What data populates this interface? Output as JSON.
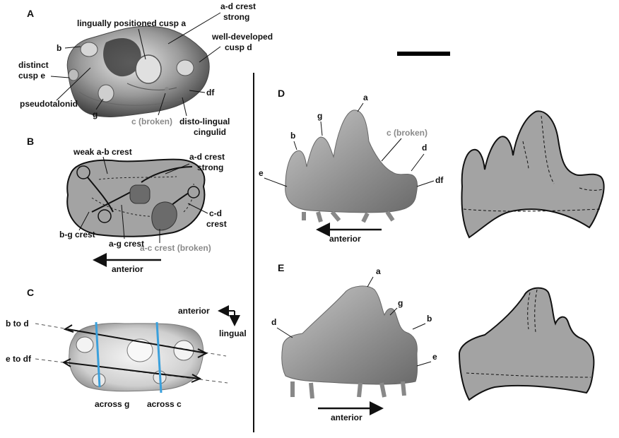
{
  "panels": {
    "A": {
      "letter": "A",
      "labels": {
        "b": "b",
        "lingual_cusp_a": "lingually positioned cusp a",
        "ad_crest_strong": "a-d crest strong",
        "well_developed_d": "well-developed cusp d",
        "distinct_e": "distinct cusp e",
        "pseudotalonid": "pseudotalonid",
        "g": "g",
        "c_broken": "c (broken)",
        "df": "df",
        "disto_lingual": "disto-lingual cingulid"
      }
    },
    "B": {
      "letter": "B",
      "labels": {
        "weak_ab": "weak a-b crest",
        "ad_strong": "a-d crest strong",
        "cd_crest": "c-d crest",
        "bg_crest": "b-g crest",
        "ag_crest": "a-g crest",
        "ac_broken": "a-c crest (broken)",
        "anterior": "anterior"
      }
    },
    "C": {
      "letter": "C",
      "labels": {
        "anterior": "anterior",
        "lingual": "lingual",
        "b_to_d": "b to d",
        "e_to_df": "e to df",
        "across_g": "across g",
        "across_c": "across c"
      }
    },
    "D": {
      "letter": "D",
      "labels": {
        "a": "a",
        "g": "g",
        "c_broken": "c (broken)",
        "b": "b",
        "d": "d",
        "e": "e",
        "df": "df",
        "anterior": "anterior"
      }
    },
    "E": {
      "letter": "E",
      "labels": {
        "a": "a",
        "g": "g",
        "b": "b",
        "d": "d",
        "e": "e",
        "anterior": "anterior"
      }
    }
  },
  "colors": {
    "tooth_fill": "#a8a8a8",
    "drawing_fill": "#a3a3a3",
    "cusp_dark": "#6b6b6b",
    "section_line": "#3aa0dc",
    "muted_label": "#8a8a8a"
  }
}
